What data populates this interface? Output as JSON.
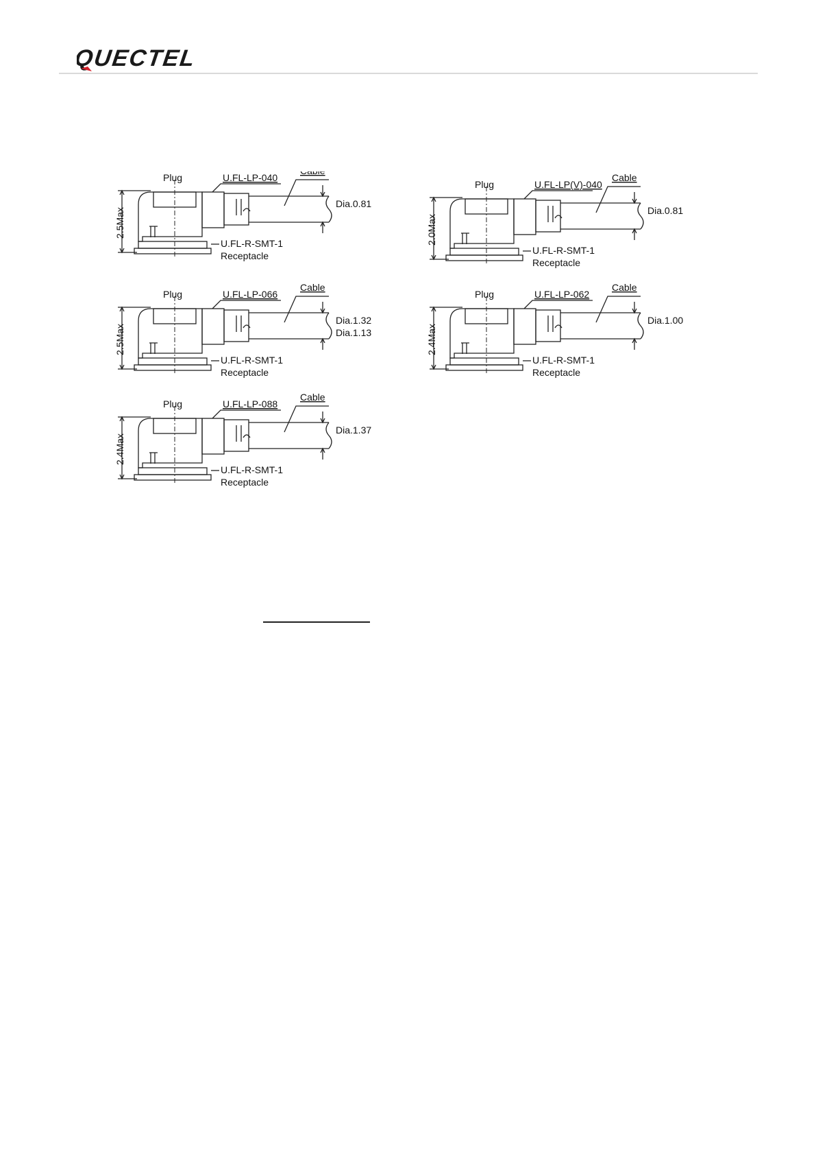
{
  "header": {
    "logo_text": "QUECTEL",
    "brand_color": "#1a1a1a",
    "accent_color": "#d4202a"
  },
  "figure": {
    "diagrams": [
      {
        "plug": "Plug",
        "part": "U.FL-LP-040",
        "cable": "Cable",
        "height": "2.5Max",
        "dia": [
          "Dia.0.81"
        ],
        "receptacle_part": "U.FL-R-SMT-1",
        "receptacle": "Receptacle"
      },
      {
        "plug": "Plug",
        "part": "U.FL-LP(V)-040",
        "cable": "Cable",
        "height": "2.0Max",
        "dia": [
          "Dia.0.81"
        ],
        "receptacle_part": "U.FL-R-SMT-1",
        "receptacle": "Receptacle"
      },
      {
        "plug": "Plug",
        "part": "U.FL-LP-066",
        "cable": "Cable",
        "height": "2.5Max",
        "dia": [
          "Dia.1.32",
          "Dia.1.13"
        ],
        "receptacle_part": "U.FL-R-SMT-1",
        "receptacle": "Receptacle"
      },
      {
        "plug": "Plug",
        "part": "U.FL-LP-062",
        "cable": "Cable",
        "height": "2.4Max",
        "dia": [
          "Dia.1.00"
        ],
        "receptacle_part": "U.FL-R-SMT-1",
        "receptacle": "Receptacle"
      },
      {
        "plug": "Plug",
        "part": "U.FL-LP-088",
        "cable": "Cable",
        "height": "2.4Max",
        "dia": [
          "Dia.1.37"
        ],
        "receptacle_part": "U.FL-R-SMT-1",
        "receptacle": "Receptacle"
      }
    ]
  }
}
